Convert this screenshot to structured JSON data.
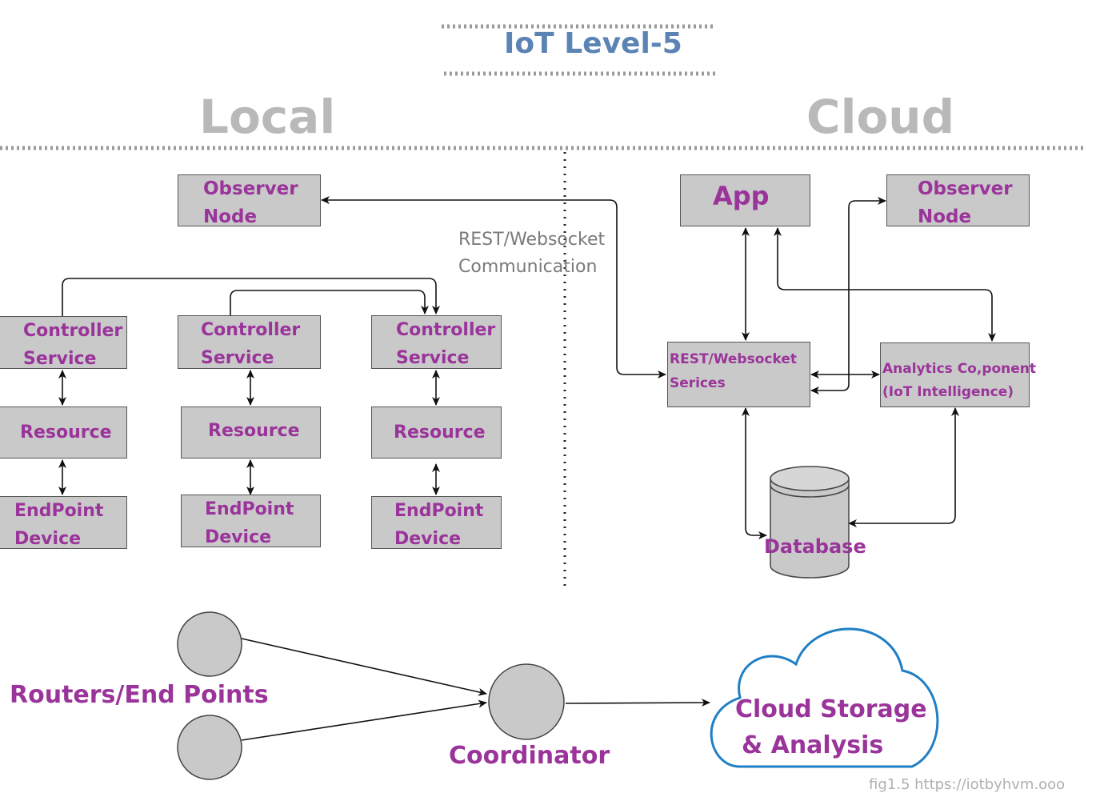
{
  "title": "IoT Level-5",
  "sections": {
    "local": "Local",
    "cloud": "Cloud"
  },
  "communication": {
    "line1": "REST/Websocket",
    "line2": "Communication"
  },
  "local": {
    "observer": {
      "line1": "Observer",
      "line2": "Node"
    },
    "controllers": [
      {
        "line1": "Controller",
        "line2": "Service"
      },
      {
        "line1": "Controller",
        "line2": "Service"
      },
      {
        "line1": "Controller",
        "line2": "Service"
      }
    ],
    "resources": [
      "Resource",
      "Resource",
      "Resource"
    ],
    "endpoints": [
      {
        "line1": "EndPoint",
        "line2": "Device"
      },
      {
        "line1": "EndPoint",
        "line2": "Device"
      },
      {
        "line1": "EndPoint",
        "line2": "Device"
      }
    ]
  },
  "cloud": {
    "app": "App",
    "observer": {
      "line1": "Observer",
      "line2": "Node"
    },
    "rest_services": {
      "line1": "REST/Websocket",
      "line2": "Serices"
    },
    "analytics": {
      "line1": "Analytics Co,ponent",
      "line2": "(IoT Intelligence)"
    },
    "database": "Database"
  },
  "network": {
    "routers_label": "Routers/End Points",
    "coordinator_label": "Coordinator",
    "cloud_storage": {
      "line1": "Cloud Storage",
      "line2": "& Analysis"
    }
  },
  "footer": "fig1.5 https://iotbyhvm.ooo",
  "colors": {
    "box_fill": "#c9c9c9",
    "box_text": "#9a349a",
    "title": "#5b84b5",
    "section": "#b9b9b9",
    "cloud_outline": "#1f7fc4"
  }
}
